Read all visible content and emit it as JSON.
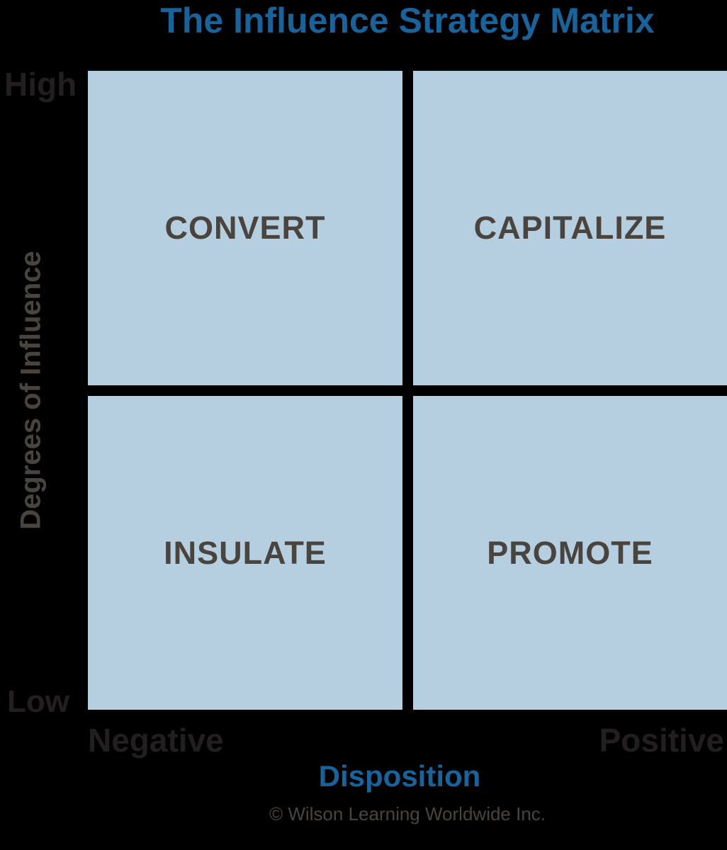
{
  "title": "The Influence Strategy Matrix",
  "y_axis": {
    "label": "Degrees of Influence",
    "high": "High",
    "low": "Low"
  },
  "x_axis": {
    "label": "Disposition",
    "negative": "Negative",
    "positive": "Positive"
  },
  "quadrants": {
    "top_left": "CONVERT",
    "top_right": "CAPITALIZE",
    "bottom_left": "INSULATE",
    "bottom_right": "PROMOTE"
  },
  "footer": {
    "copyright": "© Wilson Learning Worldwide Inc."
  },
  "colors": {
    "background": "#000000",
    "quadrant_fill": "#B5CFE1",
    "title_blue": "#19639C",
    "quadrant_text": "#4A443F",
    "axis_end_labels": "#231F20",
    "axis_title_text": "#4A443F"
  }
}
